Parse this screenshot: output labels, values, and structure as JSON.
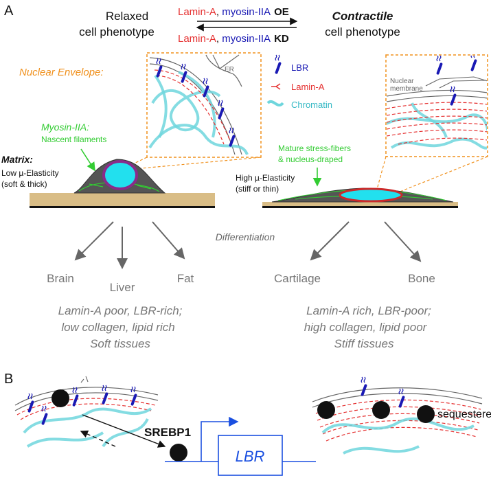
{
  "panel_a": {
    "letter": "A",
    "left_phenotype_line1": "Relaxed",
    "left_phenotype_line2": "cell phenotype",
    "right_phenotype_line1": "Contractile",
    "right_phenotype_line2": "cell phenotype",
    "arrow_top": {
      "lamin": "Lamin-A",
      "sep": ", ",
      "myosin": "myosin-IIA",
      "tag": "OE"
    },
    "arrow_bottom": {
      "lamin": "Lamin-A",
      "sep": ", ",
      "myosin": "myosin-IIA",
      "tag": "KD"
    },
    "nuclear_envelope_label": "Nuclear Envelope:",
    "er_label": "ER",
    "nuclear_membrane_line1": "Nuclear",
    "nuclear_membrane_line2": "membrane",
    "legend": {
      "lbr": "LBR",
      "lamin": "Lamin-A",
      "chromatin": "Chromatin"
    },
    "myosin_title": "Myosin-IIA:",
    "myosin_sub": "Nascent filaments",
    "matrix_title": "Matrix:",
    "matrix_low_line1": "Low µ-Elasticity",
    "matrix_low_line2": "(soft & thick)",
    "mature_line1": "Mature stress-fibers",
    "mature_line2": "& nucleus-draped",
    "matrix_high_line1": "High µ-Elasticity",
    "matrix_high_line2": "(stiff or thin)",
    "differentiation": "Differentiation",
    "tissues": {
      "brain": "Brain",
      "liver": "Liver",
      "fat": "Fat",
      "cartilage": "Cartilage",
      "bone": "Bone"
    },
    "left_summary": [
      "Lamin-A poor, LBR-rich;",
      "low collagen, lipid rich",
      "Soft tissues"
    ],
    "right_summary": [
      "Lamin-A rich, LBR-poor;",
      "high collagen, lipid poor",
      "Stiff tissues"
    ]
  },
  "panel_b": {
    "letter": "B",
    "srebp1": "SREBP1",
    "gene": "LBR",
    "sequestered": "sequestered"
  },
  "colors": {
    "lamin": "#e53030",
    "lbr": "#1a1ab4",
    "chromatin": "#6fd6dd",
    "green": "#33cc33",
    "orange": "#f0901c",
    "substrate": "#d9bd86",
    "cell": "#555555",
    "nucleus": "#22e0ee",
    "gray_text": "#777777"
  }
}
